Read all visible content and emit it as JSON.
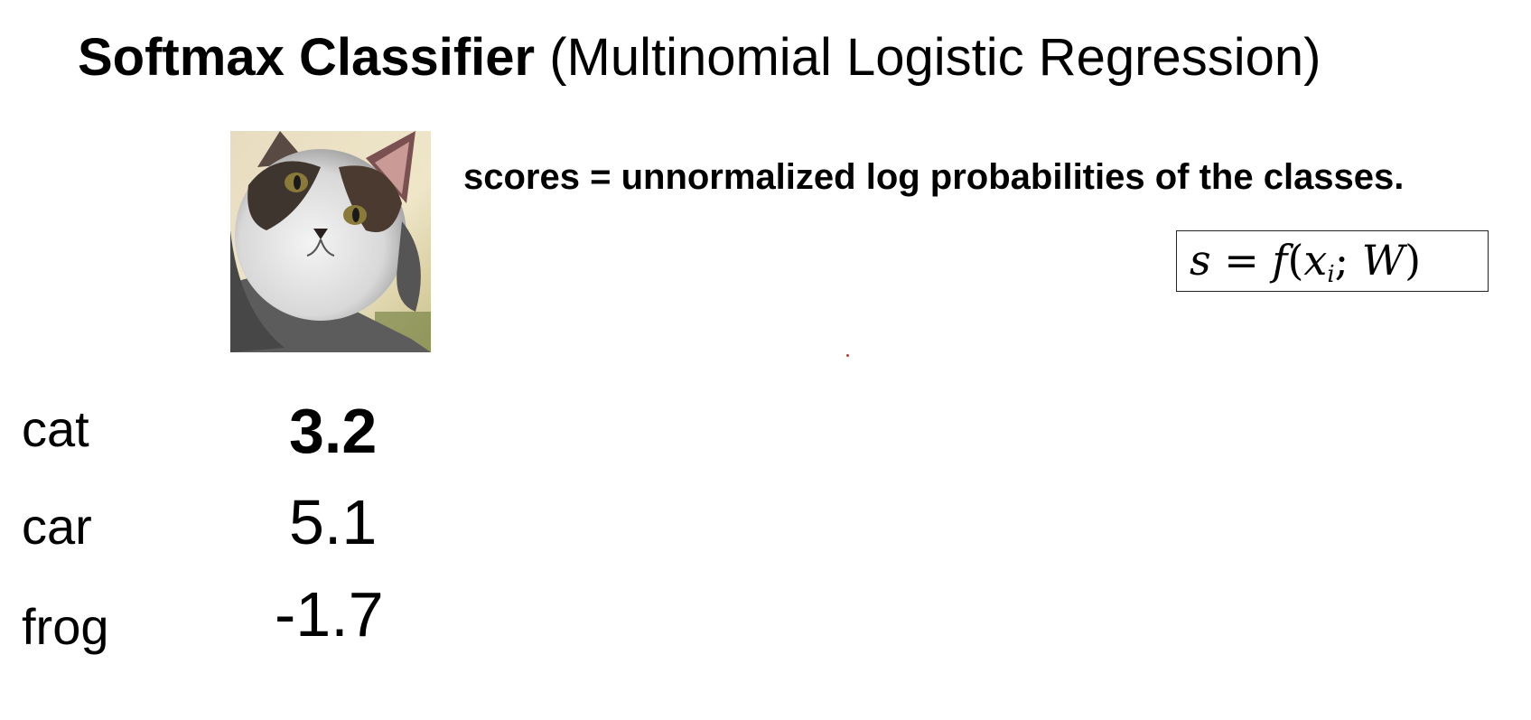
{
  "header": {
    "title_bold": "Softmax Classifier",
    "title_rest": " (Multinomial Logistic Regression)"
  },
  "image": {
    "icon": "cat-photo"
  },
  "description": "scores = unnormalized log probabilities of the classes.",
  "formula": {
    "s": "s",
    "eq": " = ",
    "f": "f",
    "open": "(",
    "x": "x",
    "i": "i",
    "sep": "; ",
    "W": "W",
    "close": ")"
  },
  "classes": [
    {
      "label": "cat",
      "score": "3.2"
    },
    {
      "label": "car",
      "score": "5.1"
    },
    {
      "label": "frog",
      "score": "-1.7"
    }
  ],
  "colors": {
    "text": "#000000",
    "background": "#ffffff",
    "stray_dot": "#c0392b"
  }
}
